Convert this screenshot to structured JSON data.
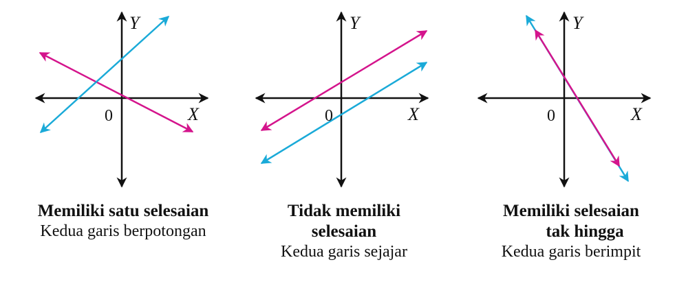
{
  "colors": {
    "magenta": "#d4148c",
    "cyan": "#1aaad8",
    "axis": "#111111"
  },
  "axes": {
    "x_label": "X",
    "y_label": "Y",
    "origin": "0"
  },
  "panels": [
    {
      "title": "Memiliki satu selesaian",
      "title_lines": [
        "Memiliki satu selesaian"
      ],
      "subtitle": "Kedua garis berpotongan"
    },
    {
      "title": "Tidak memiliki selesaian",
      "title_lines": [
        "Tidak memiliki",
        "selesaian"
      ],
      "subtitle": "Kedua garis sejajar"
    },
    {
      "title": "Memiliki selesaian tak hingga",
      "title_lines": [
        "Memiliki selesaian",
        "tak hingga"
      ],
      "subtitle": "Kedua garis berimpit"
    }
  ]
}
